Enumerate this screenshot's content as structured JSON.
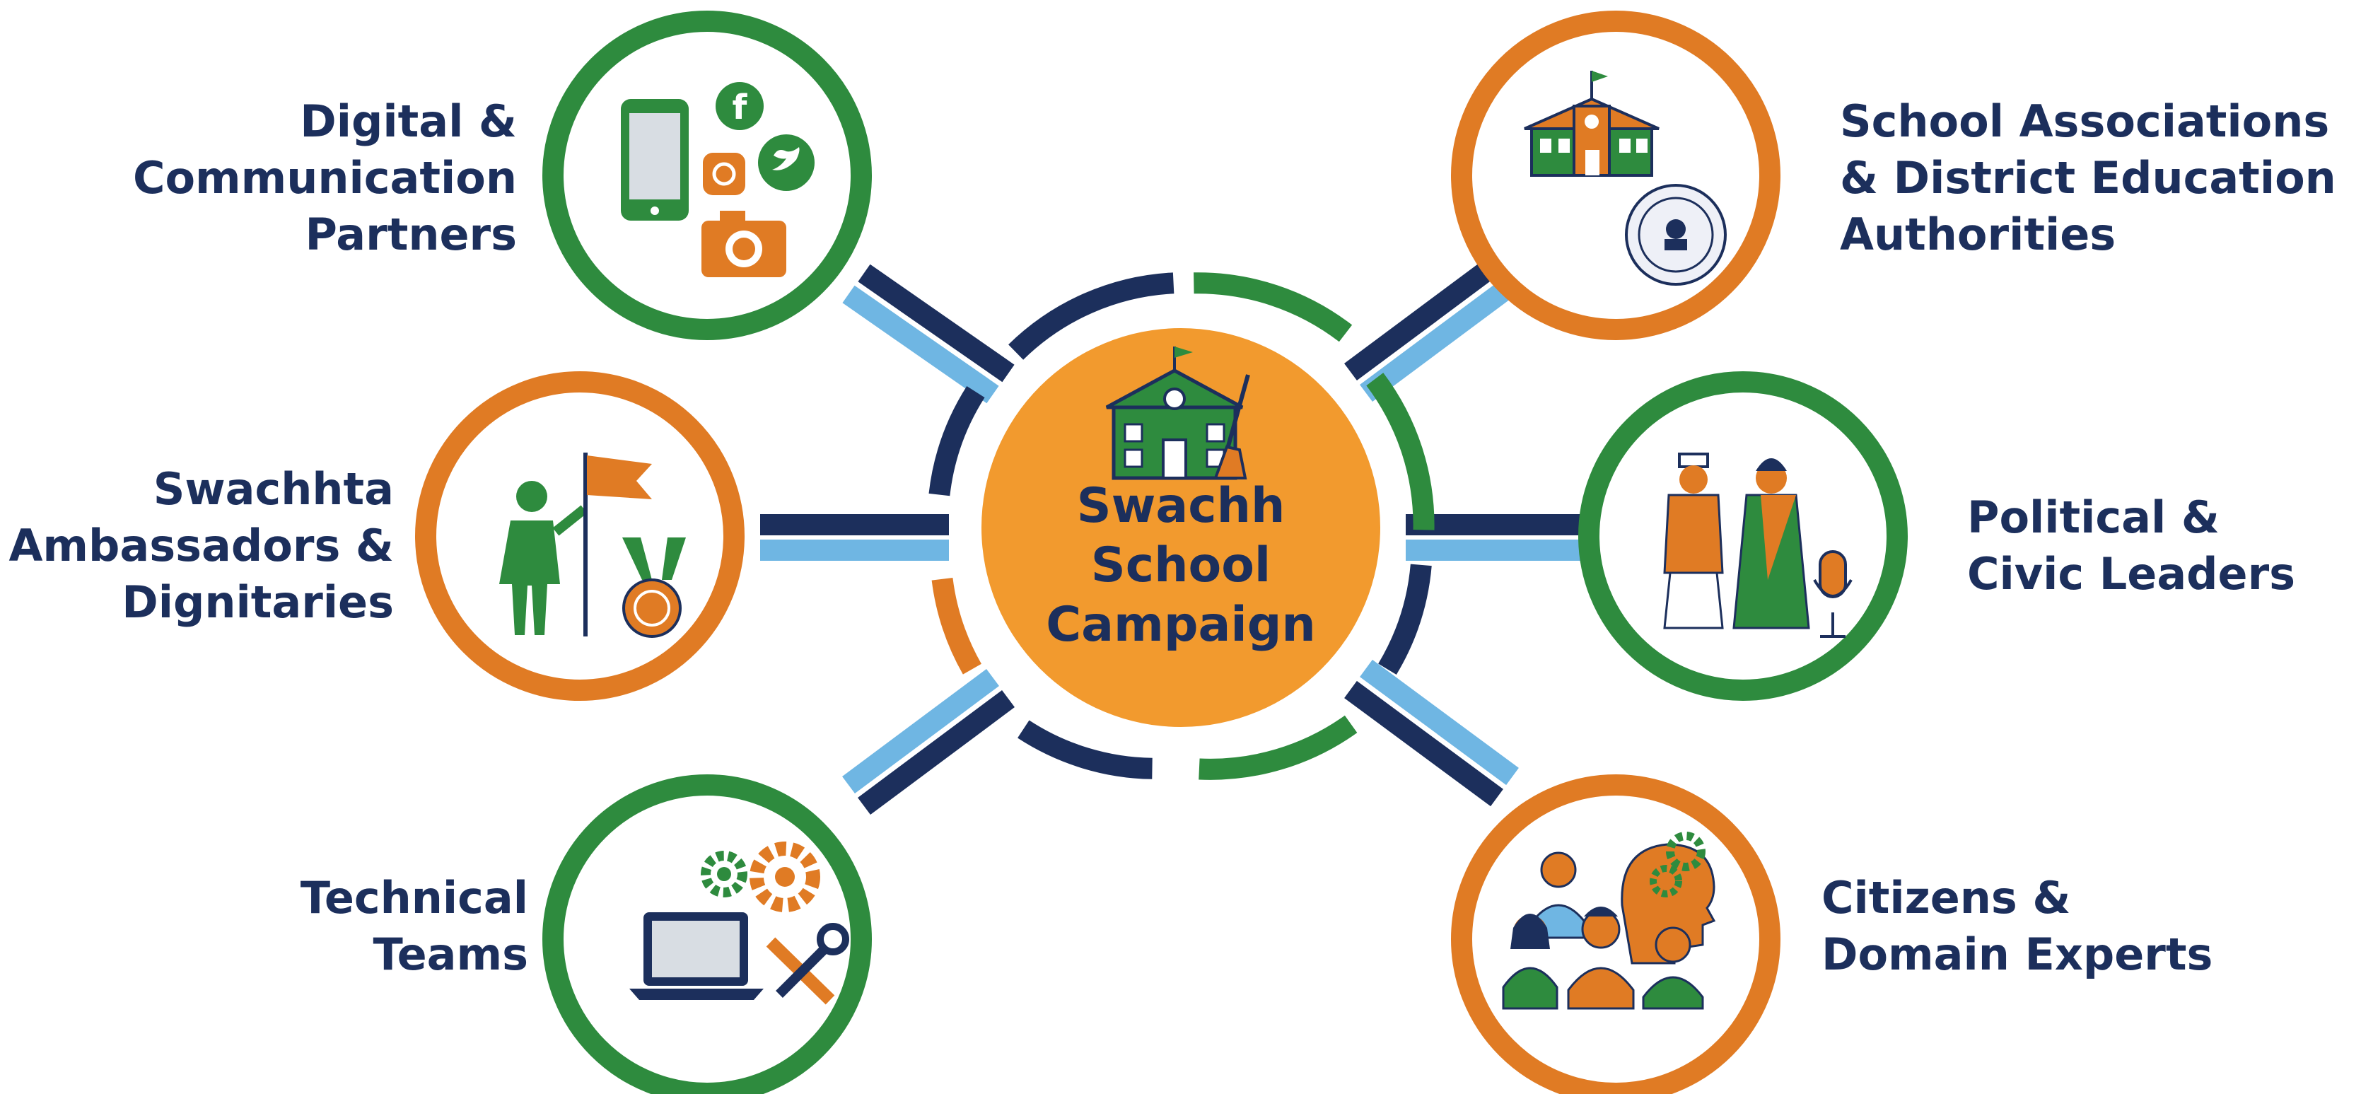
{
  "center": {
    "title_lines": [
      "Swachh",
      "School",
      "Campaign"
    ],
    "icon": "school-broom-icon"
  },
  "stakeholders": [
    {
      "id": "digital",
      "lines": [
        "Digital &",
        "Communication",
        "Partners"
      ],
      "ring_color": "#2e8b3e",
      "icon": "smartphone-social-camera-icon"
    },
    {
      "id": "ambassadors",
      "lines": [
        "Swachhta",
        "Ambassadors &",
        "Dignitaries"
      ],
      "ring_color": "#e07b24",
      "icon": "person-flag-medal-icon"
    },
    {
      "id": "technical",
      "lines": [
        "Technical",
        "Teams"
      ],
      "ring_color": "#2e8b3e",
      "icon": "laptop-gears-tools-icon"
    },
    {
      "id": "school-associations",
      "lines": [
        "School Associations",
        "& District Education",
        "Authorities"
      ],
      "ring_color": "#e07b24",
      "icon": "school-building-seal-icon"
    },
    {
      "id": "political",
      "lines": [
        "Political &",
        "Civic Leaders"
      ],
      "ring_color": "#2e8b3e",
      "icon": "leaders-microphone-icon"
    },
    {
      "id": "citizens",
      "lines": [
        "Citizens &",
        "Domain Experts"
      ],
      "ring_color": "#e07b24",
      "icon": "people-brain-gears-icon"
    }
  ],
  "colors": {
    "navy": "#1c2f5c",
    "light_blue": "#6fb6e3",
    "green": "#2e8b3e",
    "orange": "#e07b24",
    "center_fill": "#f29a2e"
  }
}
